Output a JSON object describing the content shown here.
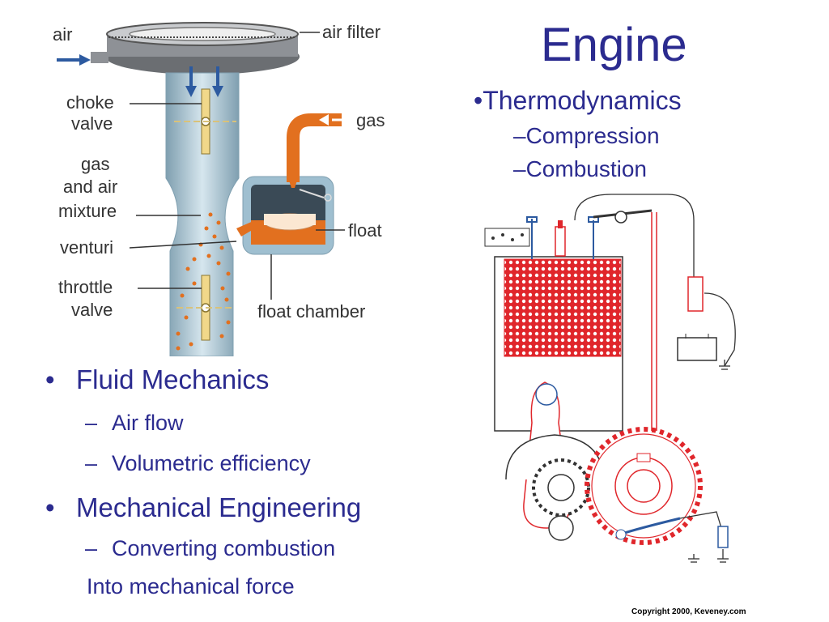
{
  "slide": {
    "title": "Engine",
    "thermo": "•Thermodynamics",
    "thermo_items": [
      "–Compression",
      "–Combustion"
    ],
    "bullets": [
      {
        "dot": "•",
        "label": "Fluid Mechanics"
      },
      {
        "dot": "•",
        "label": "Mechanical Engineering"
      }
    ],
    "fluid_items": [
      "Air flow",
      "Volumetric efficiency"
    ],
    "mech_items": [
      "Converting combustion"
    ],
    "mech_continuation": "Into mechanical force",
    "dash": "–",
    "copyright": "Copyright 2000, Keveney.com"
  },
  "carburetor": {
    "labels": {
      "air": "air",
      "air_filter": "air filter",
      "choke_1": "choke",
      "choke_2": "valve",
      "gas": "gas",
      "mix_1": "gas",
      "mix_2": "and air",
      "mix_3": "mixture",
      "venturi": "venturi",
      "throttle_1": "throttle",
      "throttle_2": "valve",
      "float": "float",
      "float_chamber": "float chamber"
    }
  },
  "colors": {
    "text": "#2b2b8f",
    "fuel": "#e2701f",
    "engine_red": "#e0262b",
    "pipe": "#9fbfd0"
  }
}
